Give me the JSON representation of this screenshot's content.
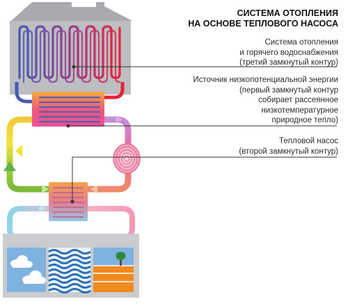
{
  "title": {
    "line1": "СИСТЕМА ОТОПЛЕНИЯ",
    "line2": "НА ОСНОВЕ ТЕПЛОВОГО НАСОСА"
  },
  "labels": {
    "heating": {
      "line1": "Система отопления",
      "line2": "и горячего водоснабжения",
      "line3": "(третий замкнутый контур)"
    },
    "source": {
      "line1": "Источник низкопотенциальной энергии",
      "line2": "(первый замкнутый контур",
      "line3": "собирает рассеянное",
      "line4": "низкотемпературное",
      "line5": "природное тепло)"
    },
    "pump": {
      "line1": "Тепловой насос",
      "line2": "(второй замкнутый контур)"
    }
  },
  "colors": {
    "house": "#bcbec2",
    "roof": "#a8aaae",
    "base": "#cacccf",
    "sky": "#7fb2e0",
    "water": "#2c6fb3",
    "earth": "#f08a1e",
    "hot": "#e8223a",
    "cold": "#4a5bb0",
    "leader": "#333333"
  },
  "icons": {
    "tree": "tree-icon",
    "cloud": "cloud-icon",
    "coil": "spiral-coil-icon",
    "arrow": "arrow-icon"
  }
}
